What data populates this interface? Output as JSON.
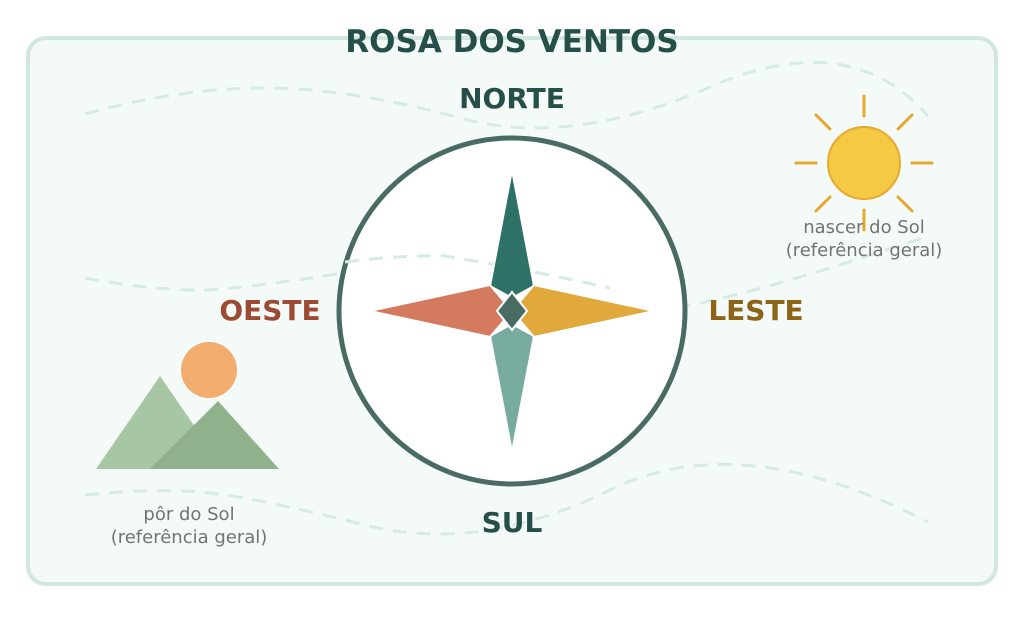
{
  "title": "ROSA DOS VENTOS",
  "directions": {
    "north": "NORTE",
    "south": "SUL",
    "east": "LESTE",
    "west": "OESTE"
  },
  "sunrise": {
    "line1": "nascer do Sol",
    "line2": "(referência geral)",
    "icon": "sun-icon"
  },
  "sunset": {
    "line1": "pôr do Sol",
    "line2": "(referência geral)",
    "icon": "mountains-sunset-icon"
  },
  "colors": {
    "frame_border": "#cfe7df",
    "frame_fill": "#f4faf8",
    "title": "#264f4a",
    "north_needle": "#2e7166",
    "south_needle": "#78ab9f",
    "west_needle": "#d47b5f",
    "east_needle": "#e1a83c",
    "west_label": "#9b4a33",
    "east_label": "#8b6418",
    "note_text": "#737373",
    "sun": "#f6c945",
    "sun_rays": "#e6a92f",
    "setting_sun": "#f2ac6e",
    "mountain_back": "#a6c6a4",
    "mountain_front": "#8fb18b"
  }
}
